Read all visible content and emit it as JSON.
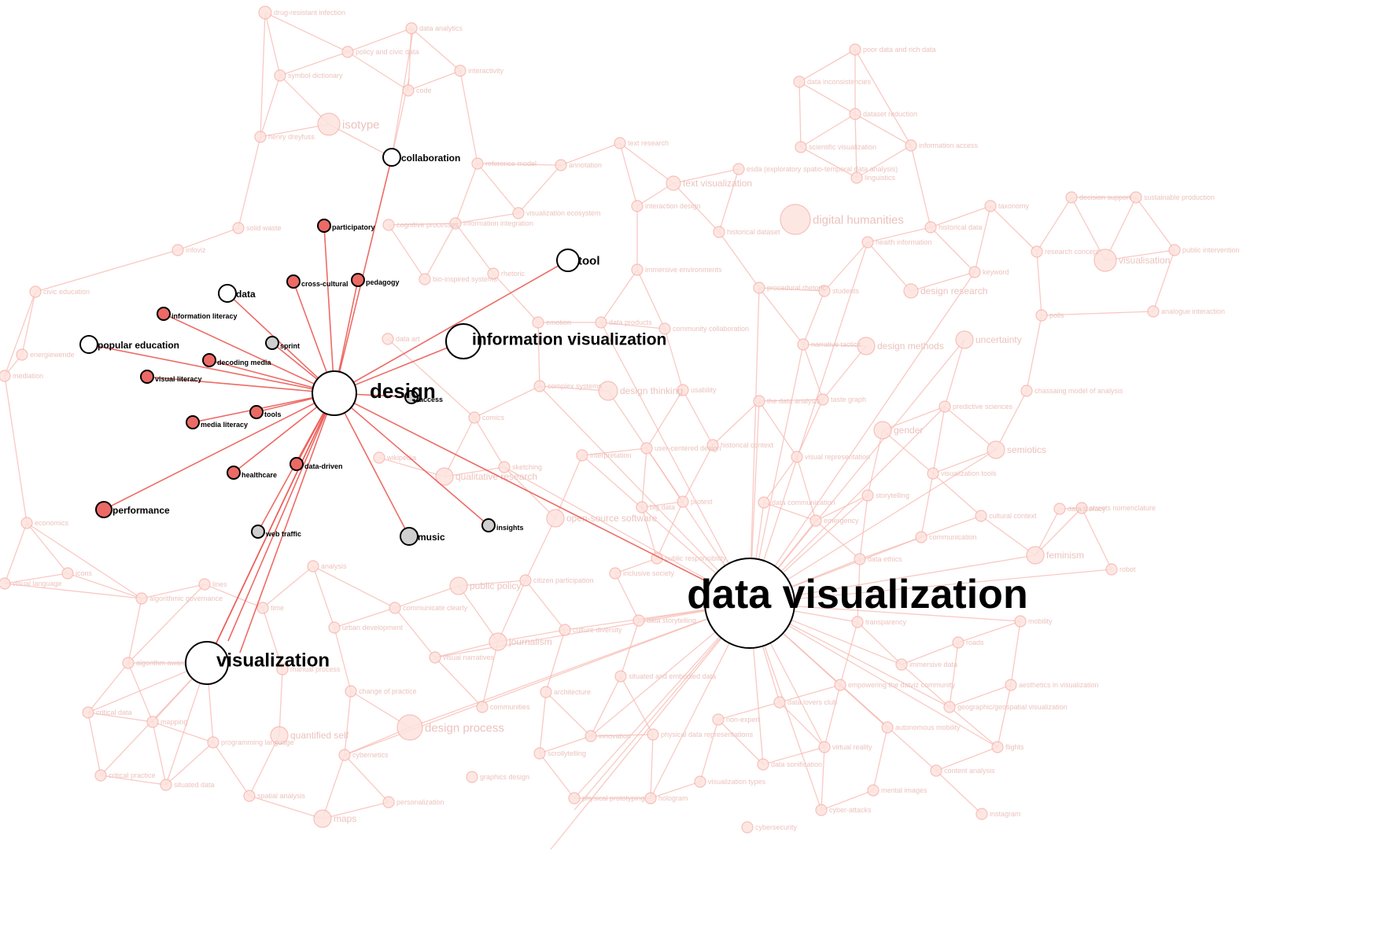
{
  "colors": {
    "focus_node": "#ec6a65",
    "neutral_node": "#cfcfcf",
    "hub_node": "#ffffff",
    "focus_edge": "#ec5c55",
    "faded_edge": "#f7b8b0",
    "faded_label": "#ebc2bd"
  },
  "graph": {
    "focus": "design",
    "highlighted_nodes": [
      {
        "id": "design",
        "label": "design",
        "role": "focus"
      },
      {
        "id": "data-visualization",
        "label": "data visualization",
        "role": "hub"
      },
      {
        "id": "information-visualization",
        "label": "information visualization",
        "role": "hub"
      },
      {
        "id": "visualization",
        "label": "visualization",
        "role": "hub"
      },
      {
        "id": "tool",
        "label": "tool",
        "role": "hub"
      },
      {
        "id": "collaboration",
        "label": "collaboration",
        "role": "hub"
      },
      {
        "id": "data",
        "label": "data",
        "role": "hub"
      },
      {
        "id": "popular-education",
        "label": "popular education",
        "role": "hub"
      },
      {
        "id": "participatory",
        "label": "participatory",
        "role": "exclusive"
      },
      {
        "id": "pedagogy",
        "label": "pedagogy",
        "role": "exclusive"
      },
      {
        "id": "cross-cultural",
        "label": "cross-cultural",
        "role": "exclusive"
      },
      {
        "id": "information-literacy",
        "label": "information literacy",
        "role": "exclusive"
      },
      {
        "id": "decoding-media",
        "label": "decoding media",
        "role": "exclusive"
      },
      {
        "id": "visual-literacy",
        "label": "visual literacy",
        "role": "exclusive"
      },
      {
        "id": "tools",
        "label": "tools",
        "role": "exclusive"
      },
      {
        "id": "media-literacy",
        "label": "media literacy",
        "role": "exclusive"
      },
      {
        "id": "healthcare",
        "label": "healthcare",
        "role": "exclusive"
      },
      {
        "id": "data-driven",
        "label": "data-driven",
        "role": "exclusive"
      },
      {
        "id": "performance",
        "label": "performance",
        "role": "exclusive"
      },
      {
        "id": "sprint",
        "label": "sprint",
        "role": "shared"
      },
      {
        "id": "access",
        "label": "access",
        "role": "shared"
      },
      {
        "id": "web-traffic",
        "label": "web traffic",
        "role": "shared"
      },
      {
        "id": "music",
        "label": "music",
        "role": "shared"
      },
      {
        "id": "insights",
        "label": "insights",
        "role": "shared"
      }
    ],
    "background_nodes": [
      "drug-resistant infection",
      "data analytics",
      "policy and civic data",
      "poor data and rich data",
      "symbol dictionary",
      "interactivity",
      "data inconsistencies",
      "code",
      "isotype",
      "dataset reduction",
      "henry dreyfuss",
      "text research",
      "scientific visualization",
      "information access",
      "reference model",
      "annotation",
      "esda (exploratory spatio-temporal data analysis)",
      "linguistics",
      "text visualization",
      "decision support",
      "sustainable production",
      "visualization ecosystem",
      "interaction design",
      "digital humanities",
      "taxonomy",
      "historical data",
      "cognitive processes",
      "information integration",
      "historical dataset",
      "solid waste",
      "health information",
      "research concept",
      "public intervention",
      "visualisation",
      "infoviz",
      "immersive environments",
      "keyword",
      "rhetoric",
      "civic education",
      "procedural rhetoric",
      "students",
      "design research",
      "bio-inspired systems",
      "analogue interaction",
      "emotion",
      "data products",
      "community collaboration",
      "polls",
      "data art",
      "narrative tactics",
      "design methods",
      "uncertainty",
      "energiewende",
      "mediation",
      "complex systems",
      "design thinking",
      "usability",
      "the data analysis",
      "taste graph",
      "chassaing model of analysis",
      "comics",
      "predictive sciences",
      "gender",
      "user-centered design",
      "historical context",
      "semiotics",
      "interpretation",
      "visual representation",
      "wikipedia",
      "sketching",
      "visualization tools",
      "qualitative research",
      "storytelling",
      "streets nomenclature",
      "protest",
      "data communication",
      "big data",
      "economics",
      "emergency",
      "cultural context",
      "open-source software",
      "communication",
      "data literacy",
      "public responsibility",
      "data ethics",
      "feminism",
      "inclusive society",
      "robot",
      "analysis",
      "icons",
      "visual language",
      "lines",
      "citizen participation",
      "algorithmic governance",
      "public policy",
      "communicate clearly",
      "transparency",
      "mobility",
      "time",
      "data storytelling",
      "urban development",
      "culture diversity",
      "journalism",
      "roads",
      "algorithm awareness",
      "visual narratives",
      "manual process",
      "situated and embodied data",
      "immersive data",
      "empowering the datviz community",
      "aesthetics in visualization",
      "change of practice",
      "architecture",
      "data lovers club",
      "critical data",
      "communities",
      "non-expert",
      "geographic/geospatial visualization",
      "mapping",
      "design process",
      "autonomous mobility",
      "programming language",
      "quantified self",
      "innovation",
      "physical data representations",
      "virtual reality",
      "flights",
      "cybernetics",
      "scrollytelling",
      "data sonification",
      "critical practice",
      "graphics design",
      "content analysis",
      "situated data",
      "visualization types",
      "spatial analysis",
      "personalization",
      "physical prototyping",
      "hologram",
      "mental images",
      "maps",
      "cyber-attacks",
      "instagram",
      "cybersecurity"
    ],
    "background_labels_visible": [
      "drug-resistant infection",
      "data analytics",
      "policy and civic data",
      "poor data and rich data",
      "symbol dictionary",
      "interactivity",
      "data inconsistencies",
      "code",
      "isotype",
      "dataset reduction",
      "henry dreyfuss",
      "text research",
      "scientific visualization",
      "information access",
      "reference model",
      "annotation",
      "esda (exploratory spatio-temporal data analysis)",
      "linguistics",
      "text visualization",
      "decision support",
      "sustainable production",
      "visualization ecosystem",
      "interaction design",
      "digital humanities",
      "taxonomy",
      "historical data",
      "cognitive processes",
      "information integration",
      "historical dataset",
      "solid waste",
      "health information",
      "research concept",
      "public intervention",
      "visualisation",
      "infoviz",
      "immersive environments",
      "keyword",
      "rhetoric",
      "civic education",
      "procedural rhetoric",
      "students",
      "design research",
      "bio-inspired systems",
      "analogue interaction",
      "emotion",
      "data products",
      "community collaboration",
      "polls",
      "data art",
      "narrative tactics",
      "design methods",
      "uncertainty",
      "energiewende",
      "mediation",
      "complex systems",
      "design thinking",
      "usability",
      "the data analysis",
      "taste graph",
      "chassaing model of analysis",
      "comics",
      "predictive sciences",
      "gender",
      "user-centered design",
      "historical context",
      "semiotics",
      "interpretation",
      "visual representation",
      "wikipedia",
      "sketching",
      "visualization tools",
      "qualitative research",
      "storytelling",
      "streets nomenclature",
      "protest",
      "data communication",
      "big data",
      "economics",
      "emergency",
      "cultural context",
      "open-source software",
      "communication",
      "data literacy",
      "public responsibility",
      "data ethics",
      "feminism",
      "inclusive society",
      "robot",
      "analysis",
      "icons",
      "visual language",
      "lines",
      "citizen participation",
      "algorithmic governance",
      "public policy",
      "communicate clearly",
      "transparency",
      "mobility",
      "time",
      "data storytelling",
      "urban development",
      "culture diversity",
      "journalism",
      "roads",
      "algorithm awareness",
      "visual narratives",
      "manual process",
      "situated and embodied data",
      "immersive data",
      "empowering the datviz community",
      "aesthetics in visualization",
      "change of practice",
      "architecture",
      "data lovers club",
      "critical data",
      "communities",
      "non-expert",
      "geographic/geospatial visualization",
      "mapping",
      "design process",
      "autonomous mobility",
      "programming language",
      "quantified self",
      "innovation",
      "physical data representations",
      "virtual reality",
      "flights",
      "cybernetics",
      "scrollytelling",
      "data sonification",
      "critical practice",
      "graphics design",
      "content analysis",
      "situated data",
      "visualization types",
      "spatial analysis",
      "personalization",
      "physical prototyping",
      "hologram",
      "mental images",
      "maps",
      "cyber-attacks",
      "instagram",
      "cybersecurity"
    ]
  }
}
